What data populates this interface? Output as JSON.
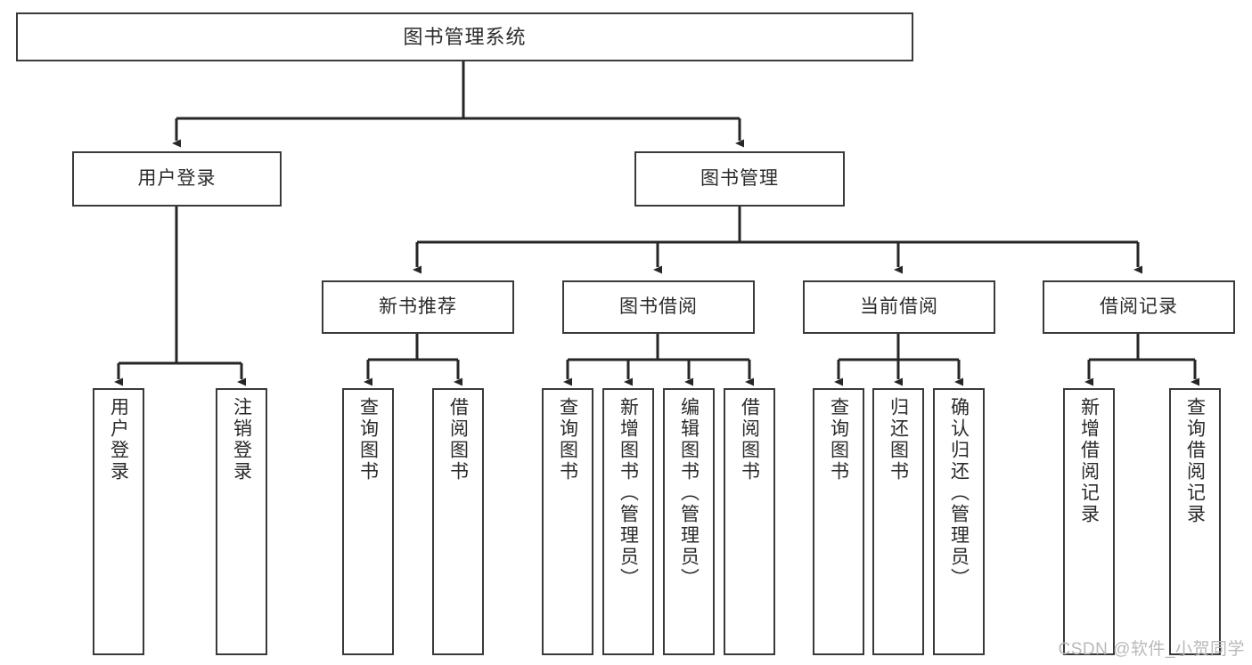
{
  "diagram": {
    "title": "图书管理系统",
    "watermark": "CSDN @软件_小贺同学",
    "root": {
      "label": "图书管理系统"
    },
    "level2": [
      {
        "label": "用户登录"
      },
      {
        "label": "图书管理"
      }
    ],
    "level3": [
      {
        "label": "新书推荐"
      },
      {
        "label": "图书借阅"
      },
      {
        "label": "当前借阅"
      },
      {
        "label": "借阅记录"
      }
    ],
    "leaves": {
      "user_login": [
        {
          "label": "用户登录"
        },
        {
          "label": "注销登录"
        }
      ],
      "new_book_recommend": [
        {
          "label": "查询图书"
        },
        {
          "label": "借阅图书"
        }
      ],
      "book_borrow": [
        {
          "label": "查询图书"
        },
        {
          "label": "新增图书（管理员）"
        },
        {
          "label": "编辑图书（管理员）"
        },
        {
          "label": "借阅图书"
        }
      ],
      "current_borrow": [
        {
          "label": "查询图书"
        },
        {
          "label": "归还图书"
        },
        {
          "label": "确认归还（管理员）"
        }
      ],
      "borrow_record": [
        {
          "label": "新增借阅记录"
        },
        {
          "label": "查询借阅记录"
        }
      ]
    },
    "colors": {
      "stroke": "#3a3a3a",
      "text": "#2b2b2b",
      "background": "#ffffff",
      "watermark": "#b9b9b9"
    }
  }
}
